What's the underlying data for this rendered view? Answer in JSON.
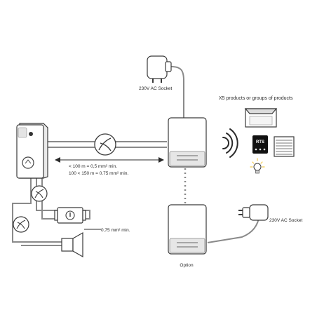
{
  "labels": {
    "socket_top": "230V AC Socket",
    "socket_right": "230V AC Socket",
    "products_title": "X5 products or groups of products",
    "cable_spec_1": "< 100 m = 0,5 mm² min.",
    "cable_spec_2": "100 < 150 m = 0.75 mm² min.",
    "cable_spec_3": "0,75 mm² min.",
    "option": "Option",
    "rts_logo": "RTS"
  },
  "colors": {
    "cable": "#8a8a8a",
    "device_fill": "#ffffff",
    "device_shadow": "#c8c8c8",
    "bulb_glow": "#f2c94c"
  },
  "icons": [
    "power-adapter-icon",
    "doorbell-icon",
    "wire-cutter-icon",
    "door-lock-icon",
    "chime-icon",
    "wireless-signal-icon",
    "awning-icon",
    "rts-remote-icon",
    "roller-shutter-icon",
    "light-bulb-icon"
  ]
}
